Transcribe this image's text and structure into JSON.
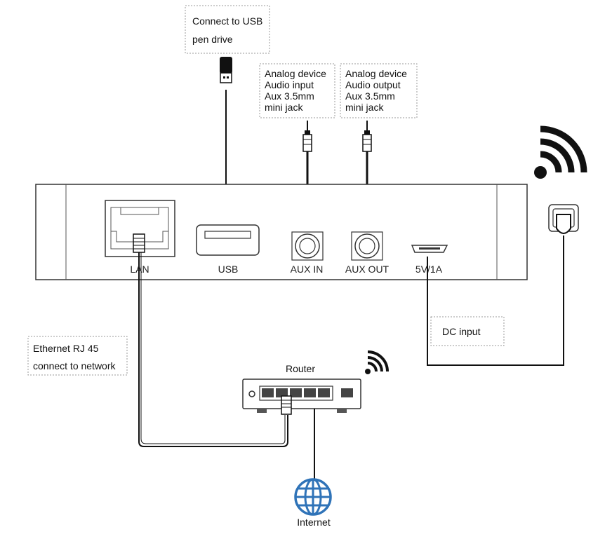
{
  "callouts": {
    "usb": [
      "Connect to USB",
      "pen drive"
    ],
    "aux_in": [
      "Analog device",
      "Audio input",
      "Aux 3.5mm",
      "mini jack"
    ],
    "aux_out": [
      "Analog device",
      "Audio output",
      "Aux 3.5mm",
      "mini jack"
    ],
    "dc": "DC input",
    "ethernet": [
      "Ethernet RJ 45",
      "connect to network"
    ]
  },
  "ports": {
    "lan": "LAN",
    "usb": "USB",
    "aux_in": "AUX IN",
    "aux_out": "AUX OUT",
    "power": "5V/1A"
  },
  "router": {
    "label": "Router"
  },
  "internet": {
    "label": "Internet"
  },
  "icons": {
    "wifi": "wifi-signal-icon",
    "globe": "globe-icon",
    "plug": "power-plug-icon",
    "usb_drive": "usb-drive-icon"
  },
  "colors": {
    "line": "#111111",
    "globe": "#2f73b8",
    "callout_border": "#999999"
  }
}
